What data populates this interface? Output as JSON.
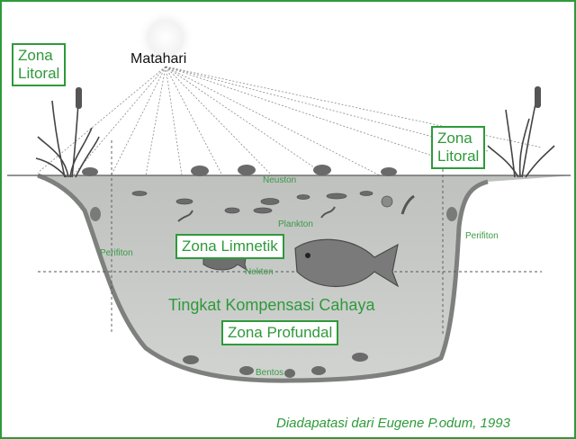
{
  "sun_label": "Matahari",
  "zones": {
    "littoral_left": [
      "Zona",
      "Litoral"
    ],
    "littoral_right": [
      "Zona",
      "Litoral"
    ],
    "limnetic": "Zona Limnetik",
    "profundal": "Zona Profundal",
    "compensation": "Tingkat Kompensasi Cahaya"
  },
  "organisms": {
    "neuston": "Neuston",
    "plankton": "Plankton",
    "nekton": "Nekton",
    "periphyton_left": "Perifiton",
    "periphyton_right": "Perifiton",
    "benthos": "Bentos"
  },
  "credit": "Diadapatasi dari Eugene P.odum, 1993",
  "colors": {
    "accent": "#2e9a3a",
    "water": "#c9cbc9",
    "basin": "#8f918f"
  }
}
